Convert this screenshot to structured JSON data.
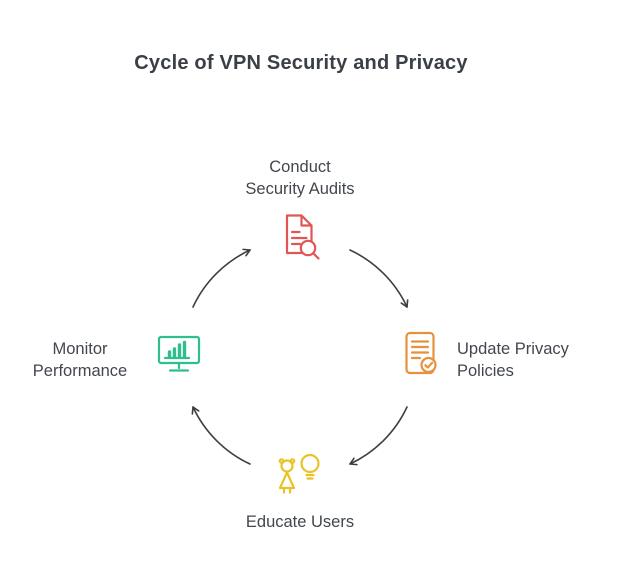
{
  "title": "Cycle of VPN Security and Privacy",
  "diagram": {
    "type": "cycle",
    "direction": "clockwise",
    "steps": [
      {
        "order": 1,
        "position": "top",
        "label": "Conduct Security Audits",
        "line1": "Conduct",
        "line2": "Security Audits",
        "icon": "document-search-icon",
        "accent_color": "#e25555"
      },
      {
        "order": 2,
        "position": "right",
        "label": "Update Privacy Policies",
        "line1": "Update Privacy",
        "line2": "Policies",
        "icon": "document-checklist-icon",
        "accent_color": "#e8913c"
      },
      {
        "order": 3,
        "position": "bottom",
        "label": "Educate Users",
        "line1": "Educate Users",
        "icon": "person-lightbulb-icon",
        "accent_color": "#eac227"
      },
      {
        "order": 4,
        "position": "left",
        "label": "Monitor Performance",
        "line1": "Monitor",
        "line2": "Performance",
        "icon": "monitor-bar-chart-icon",
        "accent_color": "#2fbf8f"
      }
    ],
    "arrow_color": "#3f3f3f",
    "text_color": "#42474d",
    "title_color": "#3b4046",
    "background_color": "#ffffff"
  }
}
